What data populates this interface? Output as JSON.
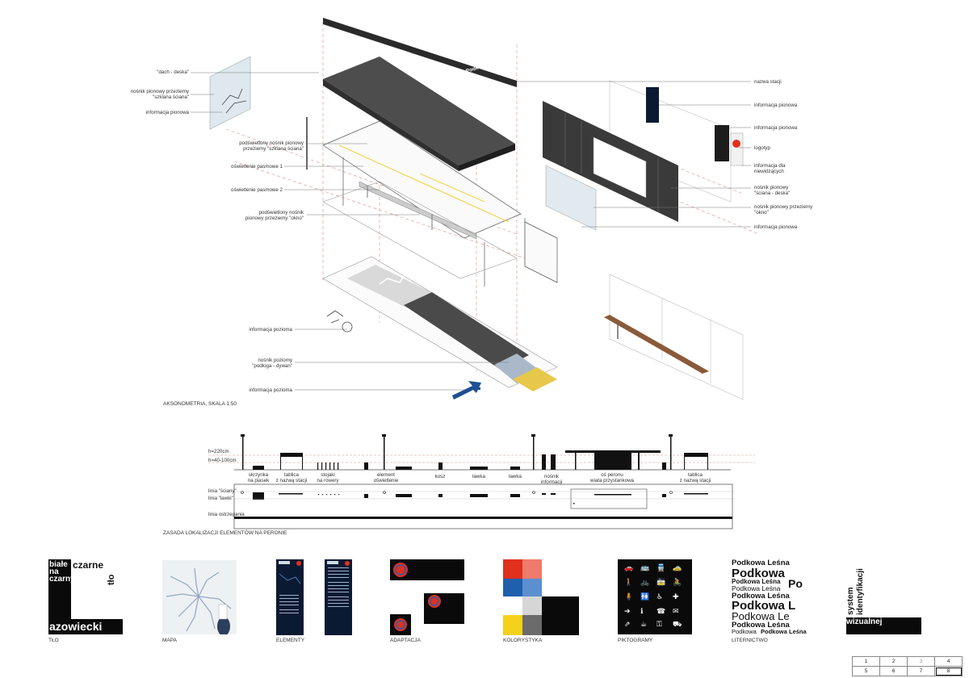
{
  "axonometry": {
    "station_sign": "Podkowa Leśna Podkowa Leśna",
    "caption": "AKSONOMETRIA, SKALA 1:50",
    "labels_left": [
      {
        "id": "dach",
        "text": "\"dach - deska\""
      },
      {
        "id": "szklana",
        "text": "nośnik pionowy przeziemy\n\"szklana ściana\""
      },
      {
        "id": "info-pionowa-l",
        "text": "informacja pionowa"
      },
      {
        "id": "podswietlony-szklana",
        "text": "podświetlony nośnik pionowy\nprzeziemy \"szklana ściana\""
      },
      {
        "id": "osw1",
        "text": "oświetlenie pasmowe 1"
      },
      {
        "id": "osw2",
        "text": "oświetlenie pasmowe 2"
      },
      {
        "id": "podswietlony-okno",
        "text": "podświetlony nośnik\npionowy przeziemy \"okno\""
      },
      {
        "id": "info-pozioma-1",
        "text": "informacja pozioma"
      },
      {
        "id": "nosnik-poziomy",
        "text": "nośnik poziomy\n\"podłoga - dywan\""
      },
      {
        "id": "info-pozioma-2",
        "text": "informacja pozioma"
      }
    ],
    "labels_right": [
      {
        "id": "nazwa",
        "text": "nazwa stacji"
      },
      {
        "id": "info-pionowa-r1",
        "text": "informacja pionowa"
      },
      {
        "id": "info-pionowa-r2",
        "text": "informacja pionowa"
      },
      {
        "id": "logotyp",
        "text": "logotyp"
      },
      {
        "id": "niewidzacych",
        "text": "informacja dla\nniewidzących"
      },
      {
        "id": "sciana-deska",
        "text": "nośnik pionowy\n\"ściana - deska\""
      },
      {
        "id": "okno",
        "text": "nośnik pionowy przeziemy\n\"okno\""
      },
      {
        "id": "info-pionowa-r3",
        "text": "informacja pionowa"
      }
    ]
  },
  "platform": {
    "caption": "ZASADA LOKALIZACJI ELEMENTÓW NA PERONIE",
    "heights": [
      "h=220cm",
      "h=40-100cm"
    ],
    "lines": [
      "linia \"ściany\"",
      "linia \"ławki\"",
      "linia ostrzegania"
    ],
    "elements": [
      "skrzynka\nna piasek",
      "tablica\nz nazwą stacji",
      "stojaki\nna rowery",
      "element\noświetlenie",
      "kosz",
      "ławka",
      "ławka",
      "nośnik informacji",
      "oś peronu\nwiata przystankowa",
      "tablica\nz nazwą stacji"
    ]
  },
  "tiles": {
    "tlo": {
      "caption": "TŁO",
      "white_on_black": "białe\nna\nczarnym",
      "black_on_white": "czarne",
      "tlo_word": "tło",
      "bottom_word": "azowiecki"
    },
    "mapa": {
      "caption": "MAPA"
    },
    "elementy": {
      "caption": "ELEMENTY"
    },
    "adaptacja": {
      "caption": "ADAPTACJA"
    },
    "kolorystyka": {
      "caption": "KOLORYSTYKA"
    },
    "piktogramy": {
      "caption": "PIKTOGRAMY"
    },
    "liternictwo": {
      "caption": "LITERNICTWO",
      "samples": [
        "Podkowa Leśna",
        "Podkowa",
        "Podkowa Leśna",
        "Po",
        "Podkowa Leśna",
        "Podkowa Leśna",
        "Podkowa L",
        "Podkowa Le",
        "Podkowa Leśna",
        "Podkowa",
        "Podkowa Leśna"
      ]
    },
    "system": {
      "words": [
        "system",
        "identyfikacji",
        "wizualnej"
      ]
    }
  },
  "colors": {
    "red": "#e0301e",
    "salmon": "#f07a6c",
    "blue": "#1f5fae",
    "lightblue": "#5b8fd0",
    "grey": "#d6d6d6",
    "darkgrey": "#6b6b6b",
    "yellow": "#f4d21a",
    "black": "#0a0a0a",
    "wood": "#8a5a3a",
    "carpet_yellow": "#e8c84a",
    "arrow_blue": "#1d4f93",
    "navy": "#0b1a33"
  },
  "sheet_index": {
    "cells": [
      [
        "1",
        "2",
        "3",
        "4"
      ],
      [
        "5",
        "6",
        "7",
        "8"
      ]
    ]
  },
  "pictograms": [
    "car-icon",
    "bus-icon",
    "train-icon",
    "taxi-icon",
    "walk-icon",
    "bike-icon",
    "tram-icon",
    "bicycle-icon",
    "person-icon",
    "wc-icon",
    "escalator-icon",
    "wheelchair-icon",
    "accessible-icon",
    "stairs-icon",
    "info-icon",
    "plus-icon",
    "arrow-icon",
    "cafe-icon",
    "baggage-icon",
    "phone-icon",
    "mail-icon",
    "shop-icon"
  ]
}
